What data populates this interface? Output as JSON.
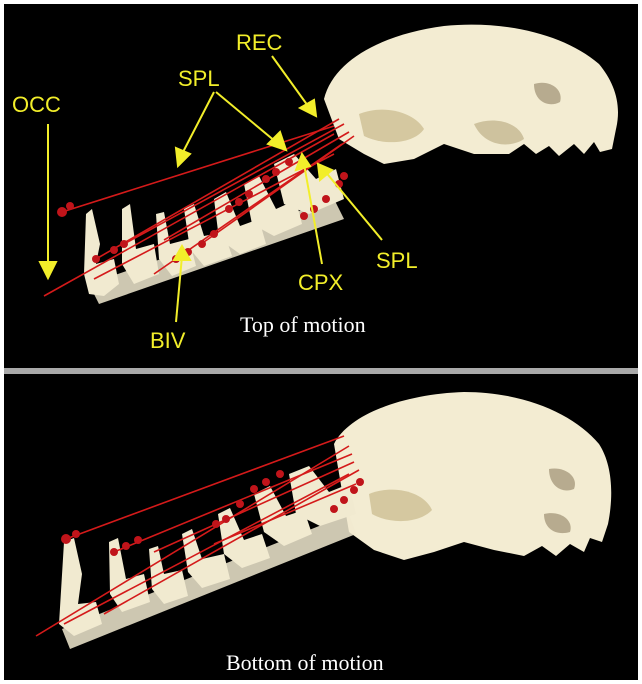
{
  "figure": {
    "top_panel": {
      "caption": "Top of motion",
      "labels": {
        "occ": "OCC",
        "spl_upper": "SPL",
        "rec": "REC",
        "cpx": "CPX",
        "spl_right": "SPL",
        "biv": "BIV"
      }
    },
    "bottom_panel": {
      "caption": "Bottom of motion"
    }
  },
  "colors": {
    "background": "#000000",
    "label": "#f2ee2a",
    "muscle_line": "#d41a1a",
    "bone": "#f3ecd2",
    "divider": "#a9a9a9"
  }
}
